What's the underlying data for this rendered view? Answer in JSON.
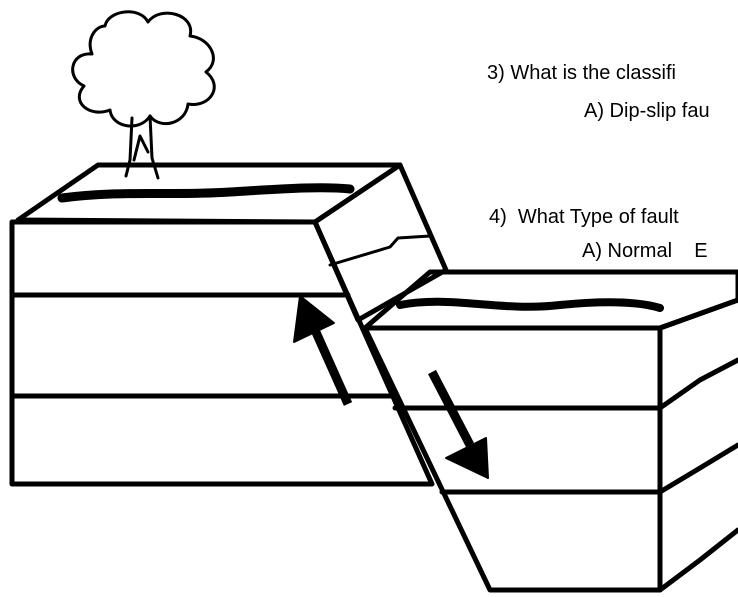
{
  "questions": [
    {
      "stem": "3) What is the classifi",
      "choices": "A) Dip-slip fau"
    },
    {
      "stem": "4)  What Type of fault",
      "choices": "A) Normal    E"
    }
  ],
  "colors": {
    "ink": "#000000",
    "background": "#ffffff"
  },
  "icons": [
    "tree-icon",
    "up-arrow-icon",
    "down-arrow-icon"
  ]
}
